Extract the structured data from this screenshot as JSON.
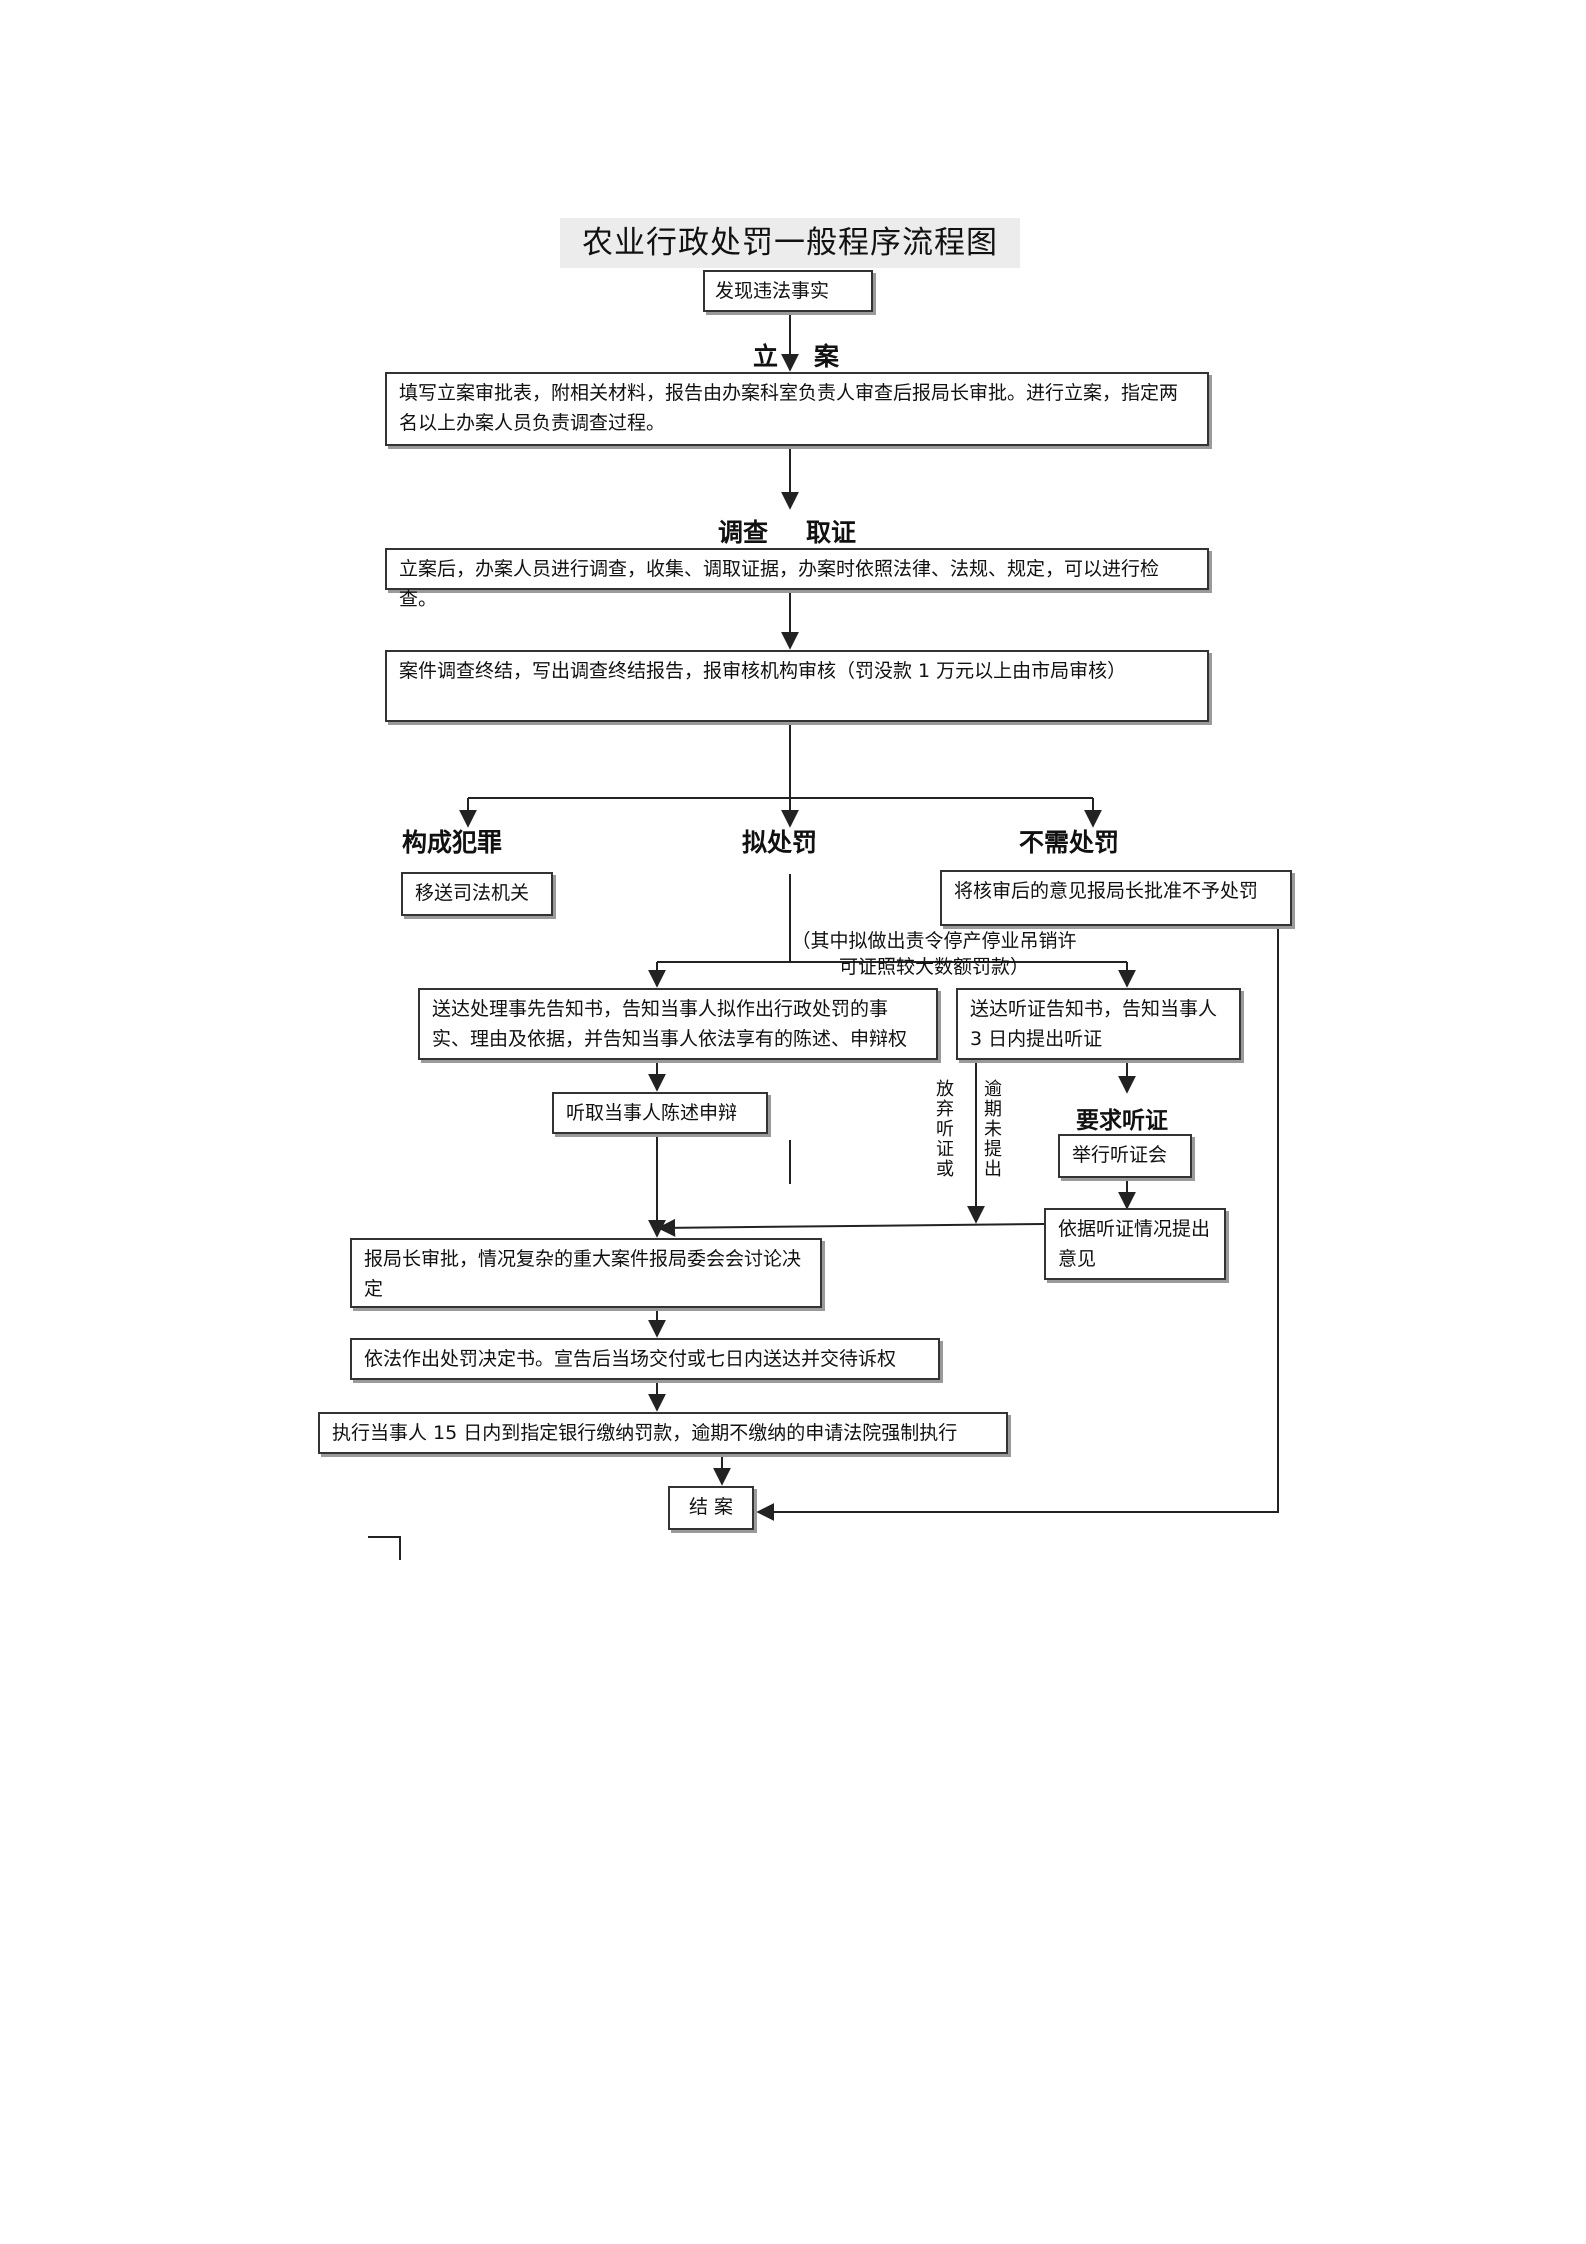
{
  "title": "农业行政处罚一般程序流程图",
  "start": "发现违法事实",
  "stage_filing": {
    "label_a": "立",
    "label_b": "案",
    "box": "填写立案审批表，附相关材料，报告由办案科室负责人审查后报局长审批。进行立案，指定两名以上办案人员负责调查过程。"
  },
  "stage_investigation": {
    "label_a": "调查",
    "label_b": "取证",
    "box": "立案后，办案人员进行调查，收集、调取证据，办案时依照法律、法规、规定，可以进行检查。"
  },
  "report": "案件调查终结，写出调查终结报告，报审核机构审核（罚没款 1 万元以上由市局审核）",
  "branches": {
    "crime": {
      "label": "构成犯罪",
      "box": "移送司法机关"
    },
    "penalty": {
      "label": "拟处罚"
    },
    "no_penalty": {
      "label": "不需处罚",
      "box": "将核审后的意见报局长批准不予处罚"
    }
  },
  "hearing_note": "（其中拟做出责令停产停业吊销许可证照较大数额罚款）",
  "prior_notice": "送达处理事先告知书，告知当事人拟作出行政处罚的事实、理由及依据，并告知当事人依法享有的陈述、申辩权",
  "hearing_notice": "送达听证告知书，告知当事人 3 日内提出听证",
  "listen": "听取当事人陈述申辩",
  "give_up": "放弃听证或",
  "overdue": "逾期未提出",
  "request_hearing": "要求听证",
  "hold_hearing": "举行听证会",
  "hearing_opinion": "依据听证情况提出意见",
  "director_review": "报局长审批，情况复杂的重大案件报局委会会讨论决定",
  "decision": "依法作出处罚决定书。宣告后当场交付或七日内送达并交待诉权",
  "execution": "执行当事人 15 日内到指定银行缴纳罚款，逾期不缴纳的申请法院强制执行",
  "close": "结 案"
}
